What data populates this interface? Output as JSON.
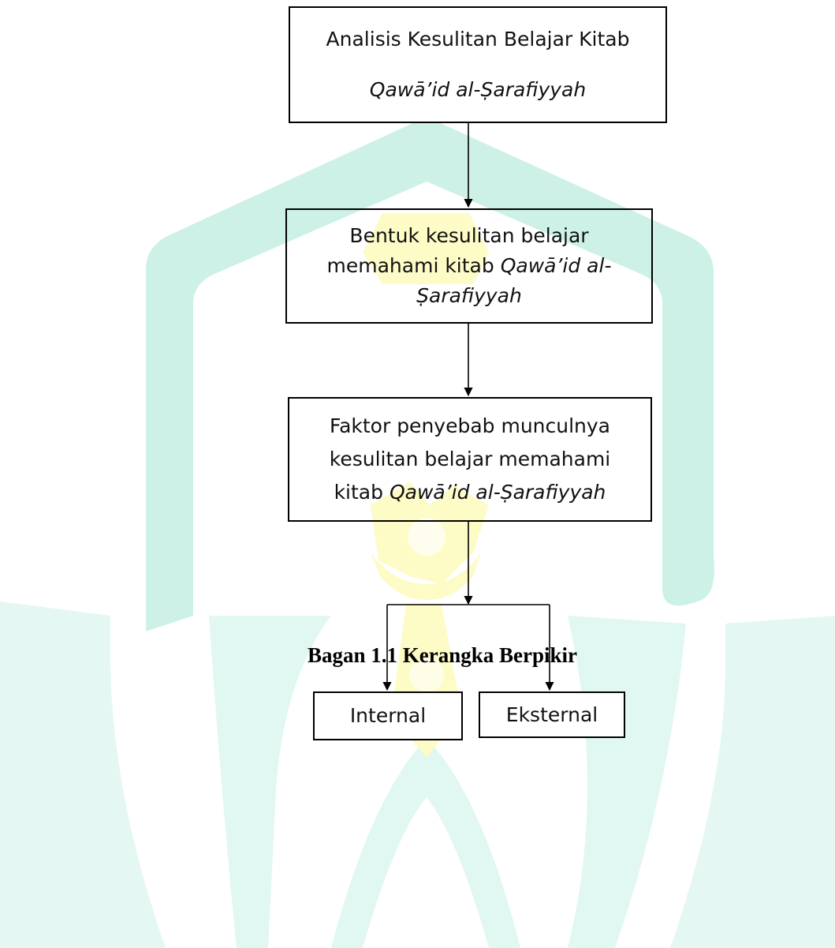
{
  "diagram": {
    "boxes": [
      {
        "id": "analisis",
        "line1": "Analisis Kesulitan Belajar Kitab",
        "line2_italic": "Qawā’id al-Ṣarafiyyah"
      },
      {
        "id": "bentuk",
        "line1": "Bentuk kesulitan belajar",
        "line2_plain": "memahami kitab ",
        "line2_italic": "Qawā’id al-",
        "line3_italic": "Ṣarafiyyah"
      },
      {
        "id": "faktor",
        "line1": "Faktor penyebab munculnya",
        "line2": "kesulitan belajar memahami",
        "line3_plain": "kitab ",
        "line3_italic": "Qawā’id al-Ṣarafiyyah"
      },
      {
        "id": "internal",
        "label": "Internal"
      },
      {
        "id": "eksternal",
        "label": "Eksternal"
      }
    ],
    "caption": "Bagan 1.1 Kerangka Berpikir"
  },
  "colors": {
    "watermark_teal": "#cdf1e7",
    "watermark_yellow": "#fdfbc6",
    "stroke": "#000000"
  }
}
